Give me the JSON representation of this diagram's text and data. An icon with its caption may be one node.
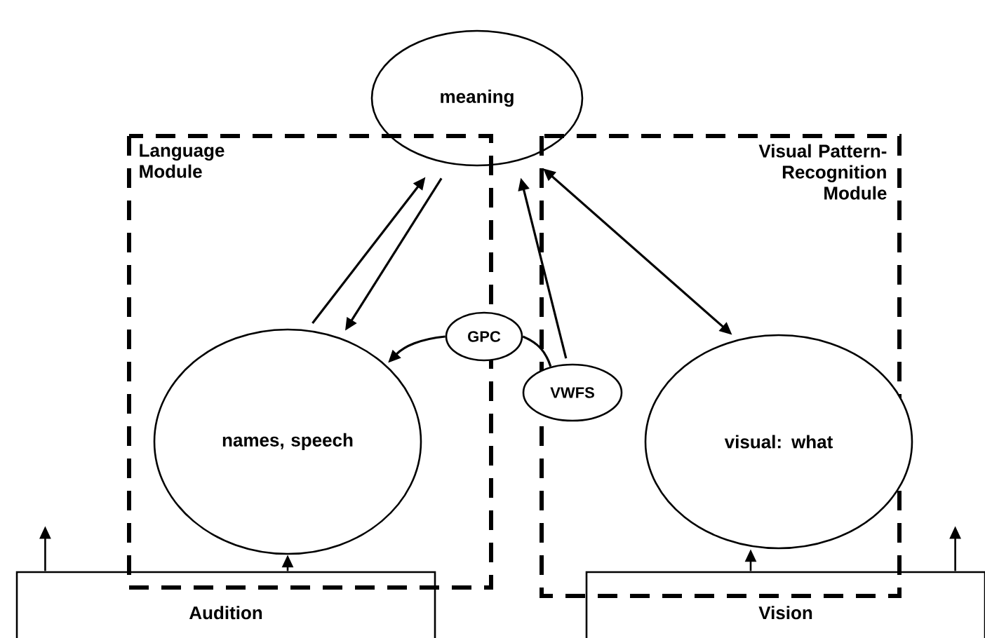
{
  "diagram": {
    "nodes": [
      {
        "text": [
          "meaning"
        ]
      },
      {
        "text": [
          "Language Module"
        ]
      },
      {
        "text": [
          "names, speech"
        ],
        "in": 1
      },
      {
        "text": [
          "Visual Pattern-Recognition Module"
        ]
      },
      {
        "text": [
          "visual: what"
        ],
        "in": 3
      },
      {
        "text": [
          "GPC"
        ]
      },
      {
        "text": [
          "VWFS"
        ]
      },
      {
        "text": [
          "Audition"
        ]
      },
      {
        "text": [
          "Vision"
        ]
      }
    ],
    "edges": [
      {
        "from": 2,
        "to": 0,
        "arrow": "to"
      },
      {
        "from": 0,
        "to": 2,
        "arrow": "to"
      },
      {
        "from": 6,
        "to": 0,
        "arrow": "to"
      },
      {
        "from": 0,
        "to": 4,
        "arrow": "both"
      },
      {
        "from": 5,
        "to": 2,
        "arrow": "to"
      },
      {
        "from": 6,
        "to": 5,
        "arrow": "none"
      },
      {
        "from": 7,
        "to": 2,
        "arrow": "to"
      },
      {
        "from": 8,
        "to": 4,
        "arrow": "to"
      },
      {
        "from": 7,
        "to": null,
        "arrow": "to"
      },
      {
        "from": 8,
        "to": null,
        "arrow": "to"
      }
    ]
  }
}
